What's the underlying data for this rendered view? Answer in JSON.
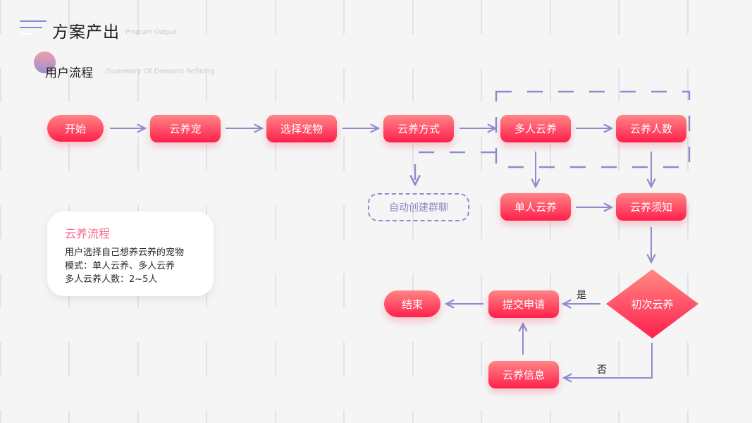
{
  "header": {
    "title": "方案产出",
    "title_en": "Program Output",
    "section_title": "用户流程",
    "section_en": "/Summary Of Demand Refining",
    "menu_icon": "hamburger-icon"
  },
  "colors": {
    "node_gradient_top": "#ff8585",
    "node_gradient_bottom": "#ff1f4b",
    "edge": "#8f8ccd",
    "card_title": "#f26a8d",
    "background": "#f5f5f5"
  },
  "flow": {
    "nodes": {
      "start": "开始",
      "cloud_pet": "云养宠",
      "choose_pet": "选择宠物",
      "cloud_mode": "云养方式",
      "multi": "多人云养",
      "count": "云养人数",
      "auto_group": "自动创建群聊",
      "single": "单人云养",
      "notice": "云养须知",
      "first_time": "初次云养",
      "submit": "提交申请",
      "end": "结束",
      "info": "云养信息"
    },
    "edge_labels": {
      "yes": "是",
      "no": "否"
    }
  },
  "card": {
    "title": "云养流程",
    "lines": [
      "用户选择自己想养云养的宠物",
      "模式：单人云养、多人云养",
      "多人云养人数：2~5人"
    ]
  }
}
